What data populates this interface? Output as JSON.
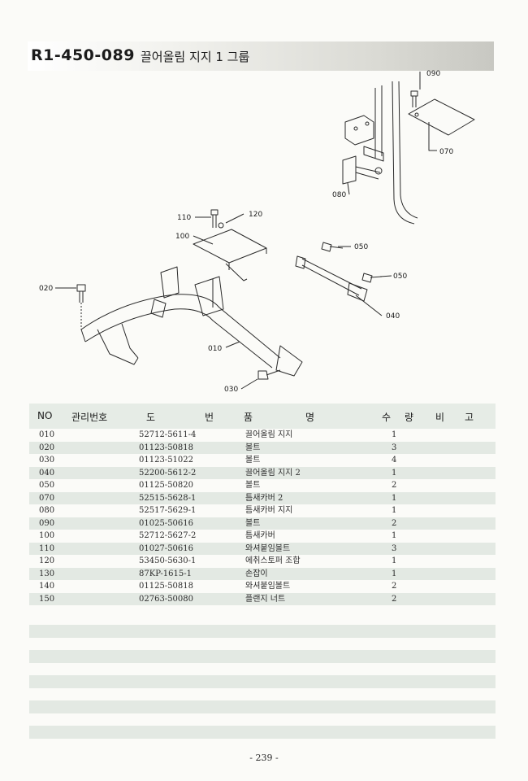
{
  "title": {
    "code": "R1-450-089",
    "name": "끌어올림 지지 1 그룹"
  },
  "callouts": [
    "090",
    "070",
    "080",
    "110",
    "120",
    "100",
    "050",
    "050",
    "020",
    "040",
    "010",
    "030"
  ],
  "table": {
    "headers": {
      "no": "NO",
      "mgmt": "관리번호",
      "drawing_a": "도",
      "drawing_b": "번",
      "name_a": "품",
      "name_b": "명",
      "qty_a": "수",
      "qty_b": "량",
      "remark_a": "비",
      "remark_b": "고"
    },
    "rows": [
      {
        "no": "010",
        "drawing": "52712-5611-4",
        "name": "끌어올림 지지",
        "qty": "1"
      },
      {
        "no": "020",
        "drawing": "01123-50818",
        "name": "볼트",
        "qty": "3"
      },
      {
        "no": "030",
        "drawing": "01123-51022",
        "name": "볼트",
        "qty": "4"
      },
      {
        "no": "040",
        "drawing": "52200-5612-2",
        "name": "끌어올림 지지 2",
        "qty": "1"
      },
      {
        "no": "050",
        "drawing": "01125-50820",
        "name": "볼트",
        "qty": "2"
      },
      {
        "no": "070",
        "drawing": "52515-5628-1",
        "name": "틈새카버 2",
        "qty": "1"
      },
      {
        "no": "080",
        "drawing": "52517-5629-1",
        "name": "틈새카버 지지",
        "qty": "1"
      },
      {
        "no": "090",
        "drawing": "01025-50616",
        "name": "볼트",
        "qty": "2"
      },
      {
        "no": "100",
        "drawing": "52712-5627-2",
        "name": "틈새카버",
        "qty": "1"
      },
      {
        "no": "110",
        "drawing": "01027-50616",
        "name": "와셔붙임볼트",
        "qty": "3"
      },
      {
        "no": "120",
        "drawing": "53450-5630-1",
        "name": "에취스토퍼 조합",
        "qty": "1"
      },
      {
        "no": "130",
        "drawing": "87KP-1615-1",
        "name": "손잡이",
        "qty": "1"
      },
      {
        "no": "140",
        "drawing": "01125-50818",
        "name": "와셔붙임볼트",
        "qty": "2"
      },
      {
        "no": "150",
        "drawing": "02763-50080",
        "name": "플랜지 너트",
        "qty": "2"
      }
    ]
  },
  "page_number": "- 239 -"
}
